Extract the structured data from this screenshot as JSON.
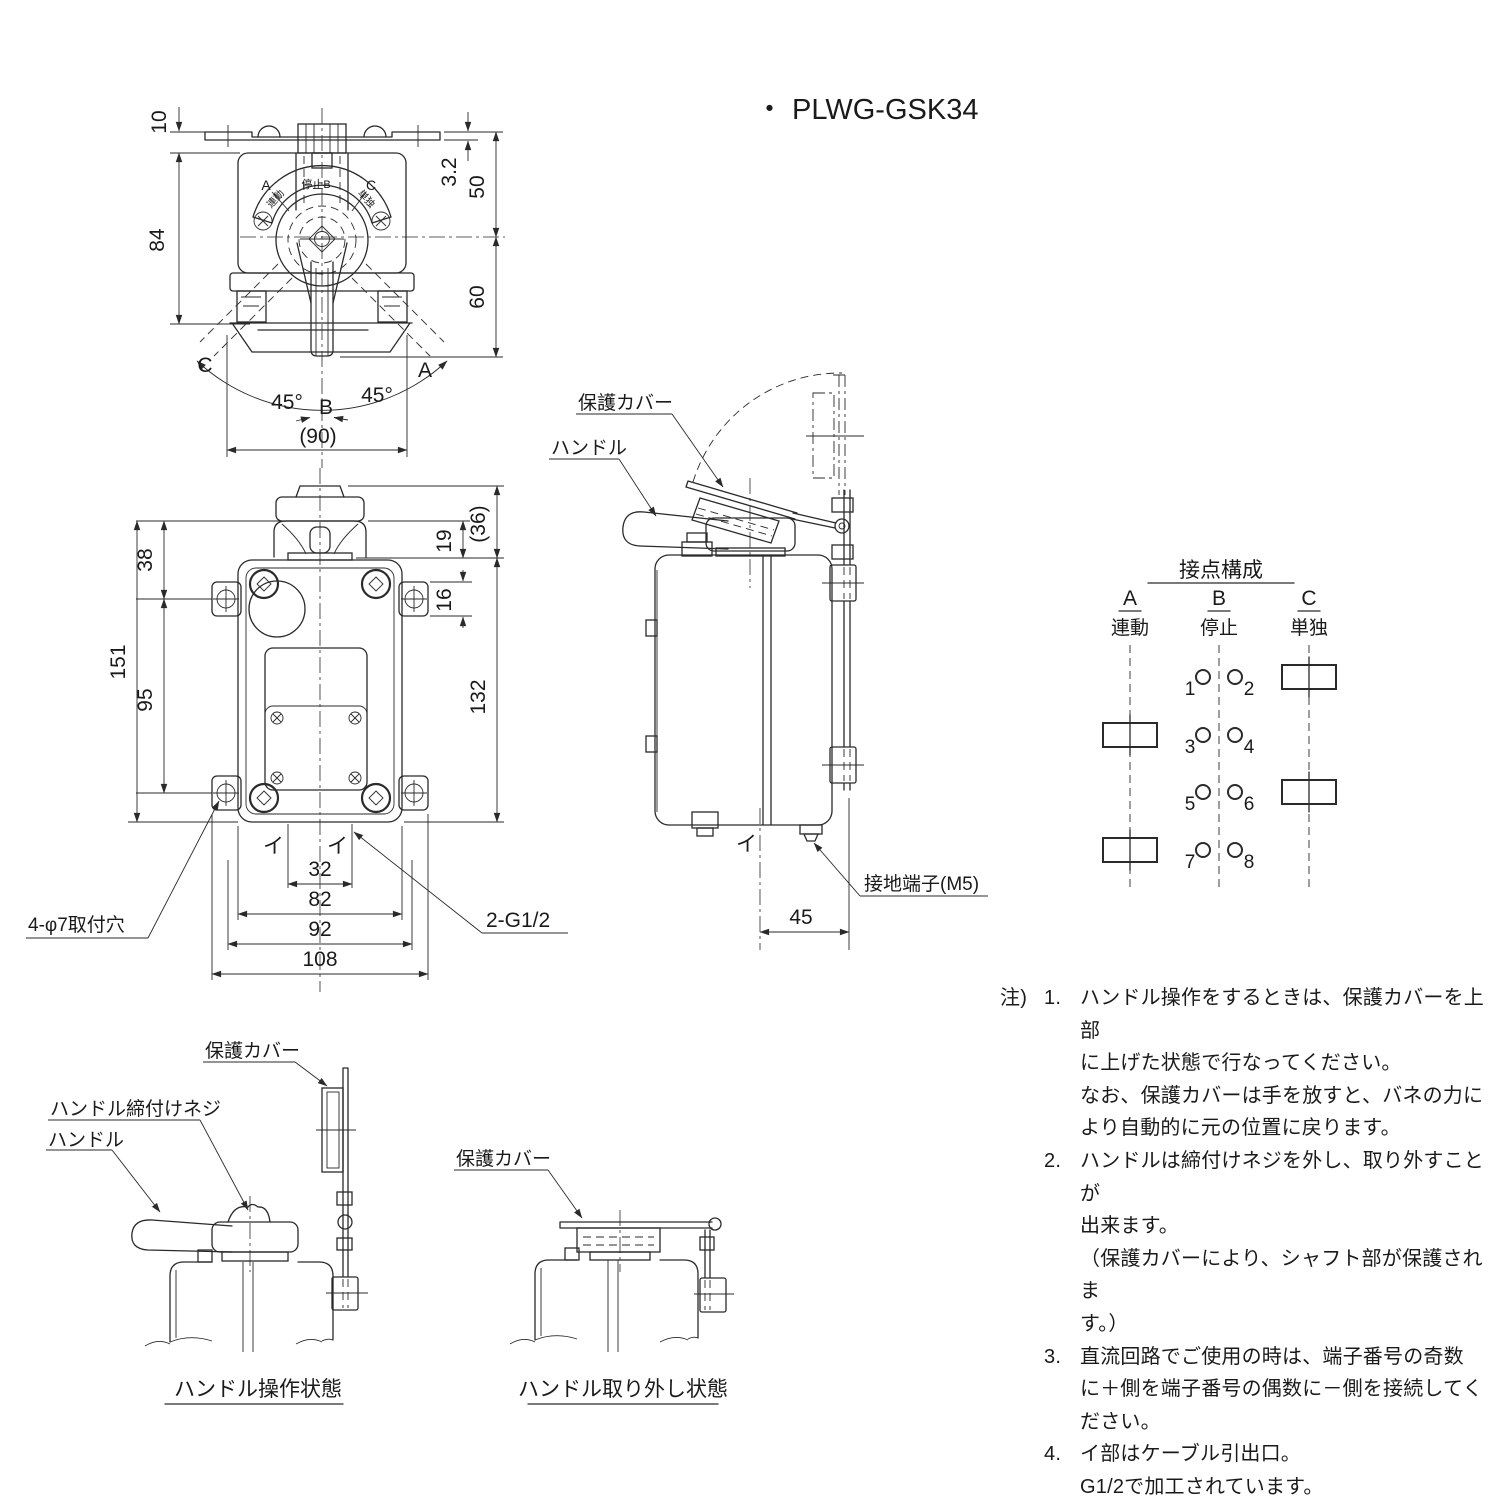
{
  "title": "・ PLWG-GSK34",
  "top_view": {
    "dim_10": "10",
    "dim_84": "84",
    "dim_3_2": "3.2",
    "dim_50": "50",
    "dim_60": "60",
    "angle_left": "45°",
    "angle_right": "45°",
    "dim_90": "(90)",
    "label_a": "A",
    "label_b": "B",
    "label_c": "C",
    "plate_label_a": "A",
    "plate_label_c": "C",
    "plate_stop": "停止B",
    "plate_rendo": "連動",
    "plate_tandoku": "単独"
  },
  "front_view": {
    "dim_38": "38",
    "dim_151": "151",
    "dim_95": "95",
    "dim_19": "19",
    "dim_36": "(36)",
    "dim_16": "16",
    "dim_132": "132",
    "dim_32": "32",
    "dim_82": "82",
    "dim_92": "92",
    "dim_108": "108",
    "label_holes": "4-φ7取付穴",
    "label_conduit": "2-G1/2",
    "label_i_left": "イ",
    "label_i_right": "イ"
  },
  "side_view": {
    "label_cover": "保護カバー",
    "label_handle": "ハンドル",
    "label_ground": "接地端子(M5)",
    "label_i": "イ",
    "dim_45": "45"
  },
  "contact_diagram": {
    "title": "接点構成",
    "col_a_letter": "A",
    "col_a_label": "連動",
    "col_b_letter": "B",
    "col_b_label": "停止",
    "col_c_letter": "C",
    "col_c_label": "単独",
    "terminals": [
      "1",
      "2",
      "3",
      "4",
      "5",
      "6",
      "7",
      "8"
    ]
  },
  "bottom_view_operate": {
    "label_cover": "保護カバー",
    "label_screw": "ハンドル締付けネジ",
    "label_handle": "ハンドル",
    "caption": "ハンドル操作状態"
  },
  "bottom_view_removed": {
    "label_cover": "保護カバー",
    "caption": "ハンドル取り外し状態"
  },
  "notes": {
    "prefix": "注)",
    "items": [
      {
        "num": "1.",
        "lines": [
          "ハンドル操作をするときは、保護カバーを上部",
          "に上げた状態で行なってください。",
          "なお、保護カバーは手を放すと、バネの力に",
          "より自動的に元の位置に戻ります。"
        ]
      },
      {
        "num": "2.",
        "lines": [
          "ハンドルは締付けネジを外し、取り外すことが",
          "出来ます。",
          "（保護カバーにより、シャフト部が保護されま",
          "す。）"
        ]
      },
      {
        "num": "3.",
        "lines": [
          "直流回路でご使用の時は、端子番号の奇数",
          "に＋側を端子番号の偶数に－側を接続してく",
          "ださい。"
        ]
      },
      {
        "num": "4.",
        "lines": [
          "イ部はケーブル引出口。",
          "G1/2で加工されています。"
        ]
      }
    ]
  }
}
